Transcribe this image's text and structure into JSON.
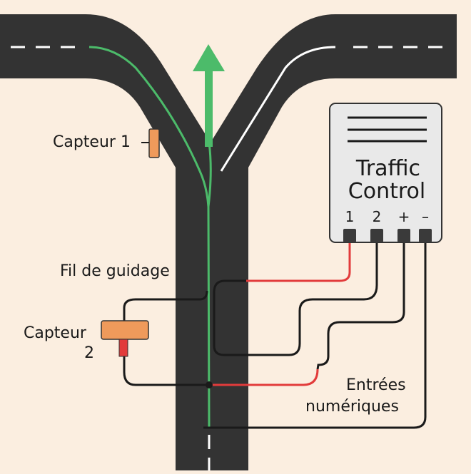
{
  "labels": {
    "sensor1": "Capteur 1",
    "guide_wire": "Fil de guidage",
    "sensor2_line1": "Capteur",
    "sensor2_line2": "2",
    "inputs_line1": "Entrées",
    "inputs_line2": "numériques"
  },
  "controller": {
    "title_line1": "Traffic",
    "title_line2": "Control",
    "terminals": [
      "1",
      "2",
      "+",
      "–"
    ]
  },
  "colors": {
    "background": "#fbeee0",
    "road": "#333333",
    "guide_wire": "#4cbb6a",
    "sensor": "#ef9a5b",
    "signal_wire": "#e23b3b",
    "controller_body": "#e9e9e9"
  }
}
